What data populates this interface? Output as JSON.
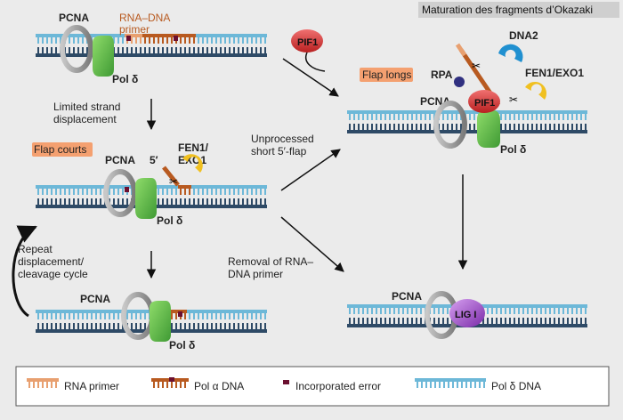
{
  "title": "Maturation des fragments d’Okazaki",
  "labels": {
    "pcna": "PCNA",
    "pol_delta": "Pol δ",
    "rna_dna_primer_line1": "RNA–DNA",
    "rna_dna_primer_line2": "primer",
    "pif1": "PIF1",
    "dna2": "DNA2",
    "rpa": "RPA",
    "fen1_exo1": "FEN1/EXO1",
    "fen1_line1": "FEN1/",
    "fen1_line2": "EXO1",
    "five_prime": "5′",
    "lig1": "LIG I",
    "flap_courts": "Flap courts",
    "flap_longs": "Flap longs"
  },
  "steps": {
    "limited_line1": "Limited strand",
    "limited_line2": "displacement",
    "unprocessed_line1": "Unprocessed",
    "unprocessed_line2": "short 5′-flap",
    "removal_line1": "Removal of RNA–",
    "removal_line2": "DNA primer",
    "repeat_line1": "Repeat",
    "repeat_line2": "displacement/",
    "repeat_line3": "cleavage cycle"
  },
  "legend": {
    "rna_primer": "RNA primer",
    "pol_alpha_dna": "Pol α DNA",
    "error": "Incorporated error",
    "pol_delta_dna": "Pol δ DNA"
  },
  "colors": {
    "pol_delta_dna": "#6db8d8",
    "template_strand": "#2e4a66",
    "rna_primer": "#e8a070",
    "pol_alpha_dna": "#b85a20",
    "error": "#6b1030",
    "pol_delta_protein": "#5cb848",
    "pcna": "#9a9a9a",
    "pif1": "#d83838",
    "fen1": "#f0c020",
    "dna2": "#2090d0",
    "rpa": "#303080",
    "lig1": "#9a40c8",
    "flap_tag": "#f4a070"
  }
}
